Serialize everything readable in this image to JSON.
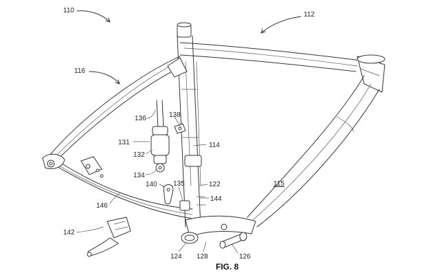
{
  "labels": {
    "l110": "110",
    "l112": "112",
    "l116": "116",
    "l136": "136",
    "l138": "138",
    "l131": "131",
    "l132": "132",
    "l114": "114",
    "l134": "134",
    "l140": "140",
    "l135": "135",
    "l122": "122",
    "l115": "115",
    "l144": "144",
    "l146": "146",
    "l142": "142",
    "l124": "124",
    "l128": "128",
    "l126": "126"
  },
  "caption": "FIG. 8"
}
